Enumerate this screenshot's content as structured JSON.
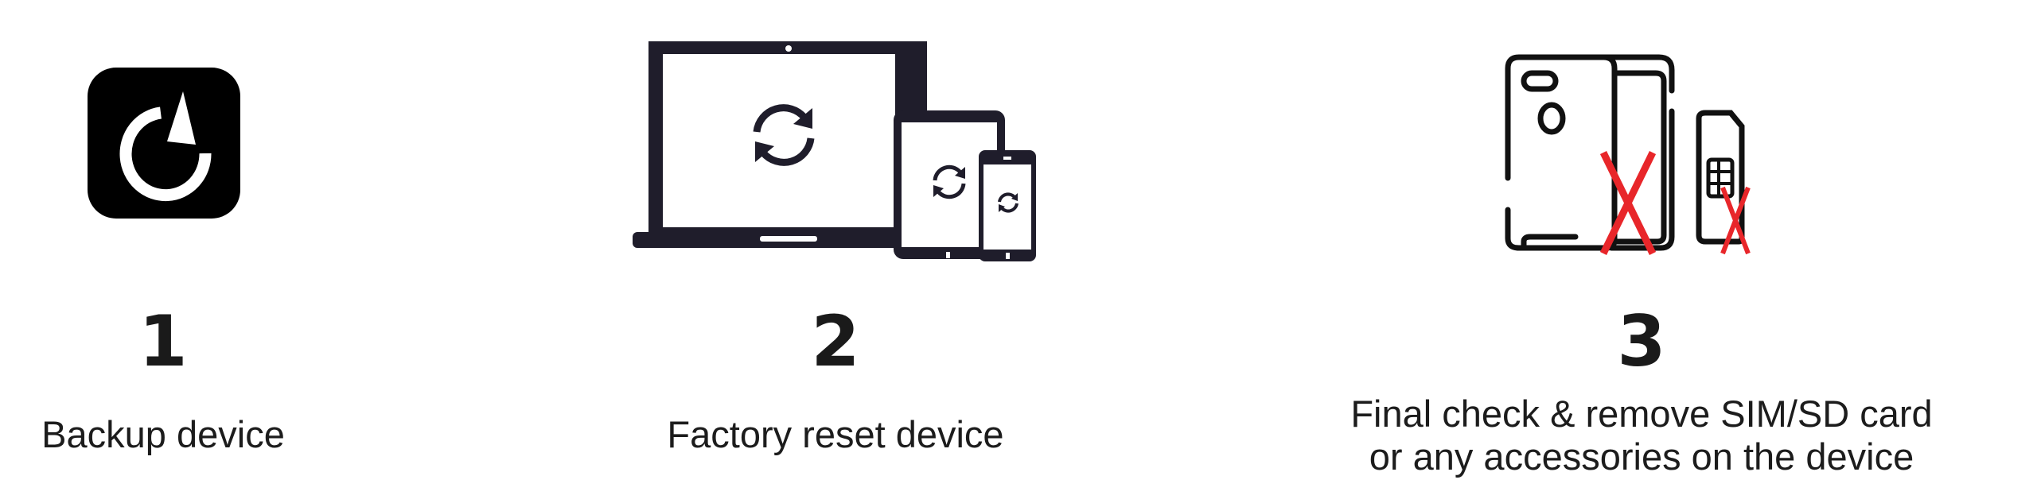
{
  "steps": [
    {
      "number": "1",
      "label": "Backup device",
      "icon": "backup-refresh-icon"
    },
    {
      "number": "2",
      "label": "Factory reset device",
      "icon": "devices-reset-icon"
    },
    {
      "number": "3",
      "label_line1": "Final check & remove SIM/SD card",
      "label_line2": "or any accessories on the device",
      "icon": "phone-sim-remove-icon"
    }
  ],
  "colors": {
    "dark": "#1f1d2b",
    "red": "#e8262a"
  }
}
